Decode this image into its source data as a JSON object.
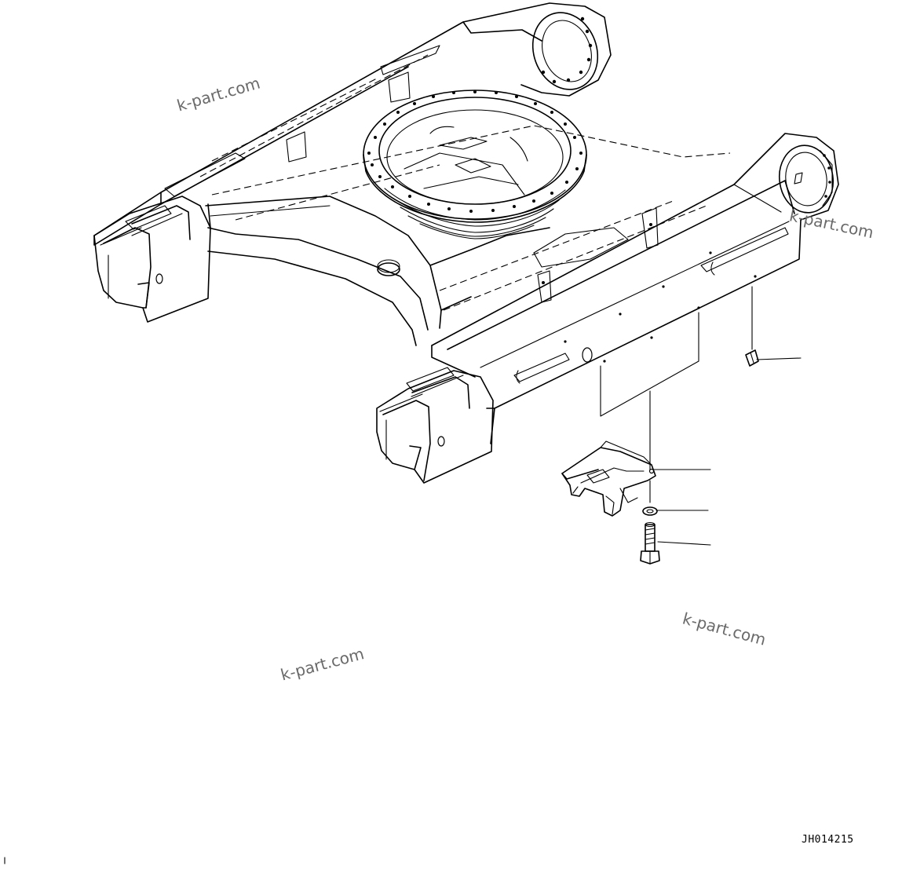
{
  "drawing": {
    "code": "JH014215",
    "components": [
      "track-frame",
      "track-guard",
      "washer",
      "bolt",
      "plug"
    ]
  },
  "watermarks": [
    "k-part.com",
    "k-part.com",
    "k-part.com",
    "k-part.com"
  ]
}
